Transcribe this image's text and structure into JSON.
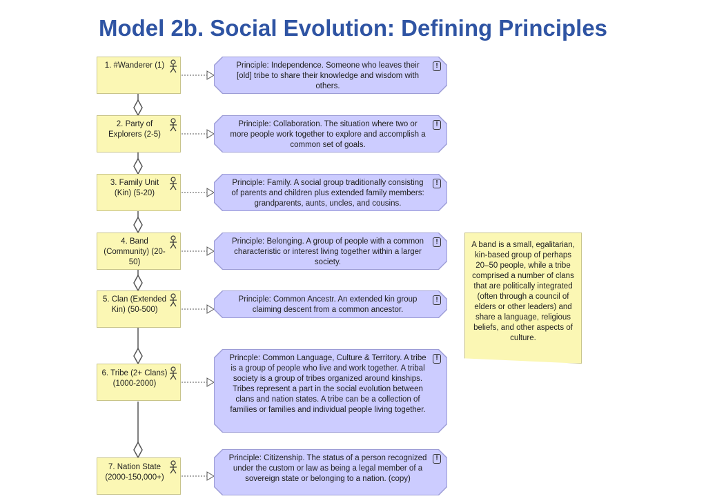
{
  "title": "Model 2b. Social Evolution: Defining Principles",
  "actors": [
    {
      "label": "1. #Wanderer (1)",
      "principle": "Principle: Independence. Someone who leaves their [old] tribe to share their knowledge and wisdom with others."
    },
    {
      "label": "2. Party of Explorers (2-5)",
      "principle": "Principle: Collaboration. The situation where two or more people work together to explore and accomplish a common set of goals."
    },
    {
      "label": "3. Family Unit (Kin) (5-20)",
      "principle": "Principle: Family. A social group traditionally consisting of parents and children plus extended family members: grandparents, aunts, uncles, and cousins."
    },
    {
      "label": "4. Band (Community) (20-50)",
      "principle": "Principle: Belonging. A group of people with a common characteristic or interest living together within a larger society."
    },
    {
      "label": "5. Clan (Extended Kin) (50-500)",
      "principle": "Principle: Common Ancestr. An extended kin group claiming descent from a common ancestor."
    },
    {
      "label": "6. Tribe (2+ Clans) (1000-2000)",
      "principle": "Princple: Common Language, Culture & Territory. A tribe is a group of people who live and work together. A tribal society is a group of tribes organized around kinships. Tribes represent a part in the social evolution between clans and nation states. A tribe can be a collection of families or families and individual people living together."
    },
    {
      "label": "7. Nation State (2000-150,000+)",
      "principle": "Principle: Citizenship.  The status of a person recognized under the custom or law as being a legal member of a sovereign state or belonging to a nation. (copy)"
    }
  ],
  "warning_glyph": "!",
  "note": "A band is a small, egalitarian, kin-based group of perhaps 20–50 people, while a tribe comprised a number of clans that are politically integrated (often through a council of elders or other leaders) and share a language, religious beliefs, and other aspects of culture."
}
